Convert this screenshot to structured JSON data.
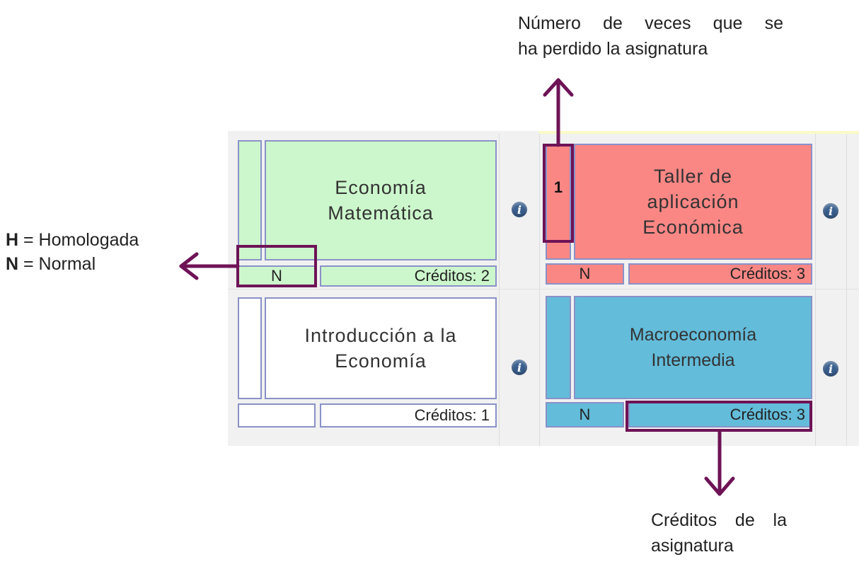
{
  "courses": [
    {
      "title": "Economía Matemática",
      "type": "N",
      "credits": "Créditos: 2",
      "lost_count": "",
      "status_color": "#ccf7cc"
    },
    {
      "title": "Taller de aplicación Económica",
      "type": "N",
      "credits": "Créditos: 3",
      "lost_count": "1",
      "status_color": "#fb8785"
    },
    {
      "title": "Introducción a la Economía",
      "type": "",
      "credits": "Créditos: 1",
      "lost_count": "",
      "status_color": "#ffffff"
    },
    {
      "title": "Macroeconomía Intermedia",
      "type": "N",
      "credits": "Créditos: 3",
      "lost_count": "",
      "status_color": "#63bcda"
    }
  ],
  "info_icon": {
    "glyph": "i",
    "name": "info-icon"
  },
  "annotations": {
    "lost_line1": "Número de veces que se",
    "lost_line2": "ha perdido la asignatura",
    "legend_h_key": "H",
    "legend_h_text": "= Homologada",
    "legend_n_key": "N",
    "legend_n_text": "= Normal",
    "credits_line1": "Créditos de la",
    "credits_line2": "asignatura"
  },
  "colors": {
    "highlight": "#6e1356",
    "border": "#8a91c8",
    "info": "#3a5f8e"
  }
}
